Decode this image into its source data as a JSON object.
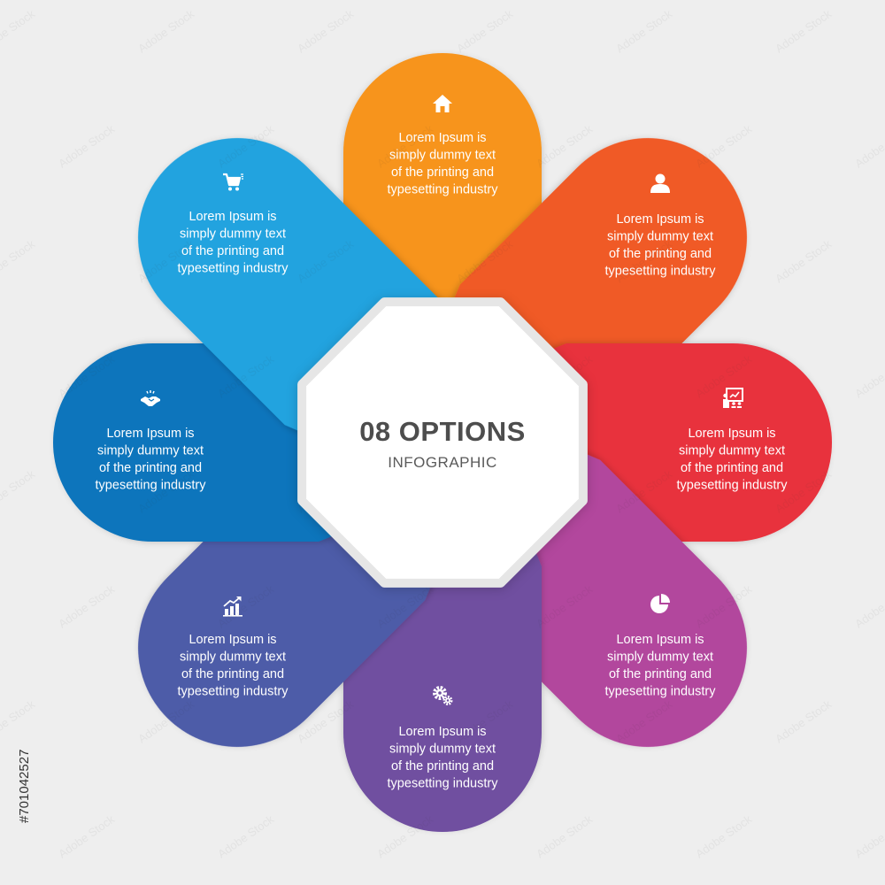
{
  "center": {
    "title": "08 OPTIONS",
    "subtitle": "INFOGRAPHIC"
  },
  "petals": [
    {
      "color": "#f7941d",
      "icon": "home-icon",
      "lines": [
        "Lorem Ipsum is",
        "simply dummy text",
        "of the printing and",
        "typesetting industry"
      ]
    },
    {
      "color": "#f05a28",
      "icon": "user-icon",
      "lines": [
        "Lorem Ipsum is",
        "simply dummy text",
        "of the printing and",
        "typesetting industry"
      ]
    },
    {
      "color": "#e8313d",
      "icon": "presentation-icon",
      "lines": [
        "Lorem Ipsum is",
        "simply dummy text",
        "of the printing and",
        "typesetting industry"
      ]
    },
    {
      "color": "#b2479d",
      "icon": "pie-chart-icon",
      "lines": [
        "Lorem Ipsum is",
        "simply dummy text",
        "of the printing and",
        "typesetting industry"
      ]
    },
    {
      "color": "#6f4fa0",
      "icon": "gears-icon",
      "lines": [
        "Lorem Ipsum is",
        "simply dummy text",
        "of the printing and",
        "typesetting industry"
      ]
    },
    {
      "color": "#4e5ba8",
      "icon": "growth-chart-icon",
      "lines": [
        "Lorem Ipsum is",
        "simply dummy text",
        "of the printing and",
        "typesetting industry"
      ]
    },
    {
      "color": "#0d75bc",
      "icon": "handshake-icon",
      "lines": [
        "Lorem Ipsum is",
        "simply dummy text",
        "of the printing and",
        "typesetting industry"
      ]
    },
    {
      "color": "#22a3df",
      "icon": "shopping-cart-icon",
      "lines": [
        "Lorem Ipsum is",
        "simply dummy text",
        "of the printing and",
        "typesetting industry"
      ]
    }
  ],
  "watermark": {
    "stock_id": "#701042527",
    "brand": "Adobe Stock"
  }
}
